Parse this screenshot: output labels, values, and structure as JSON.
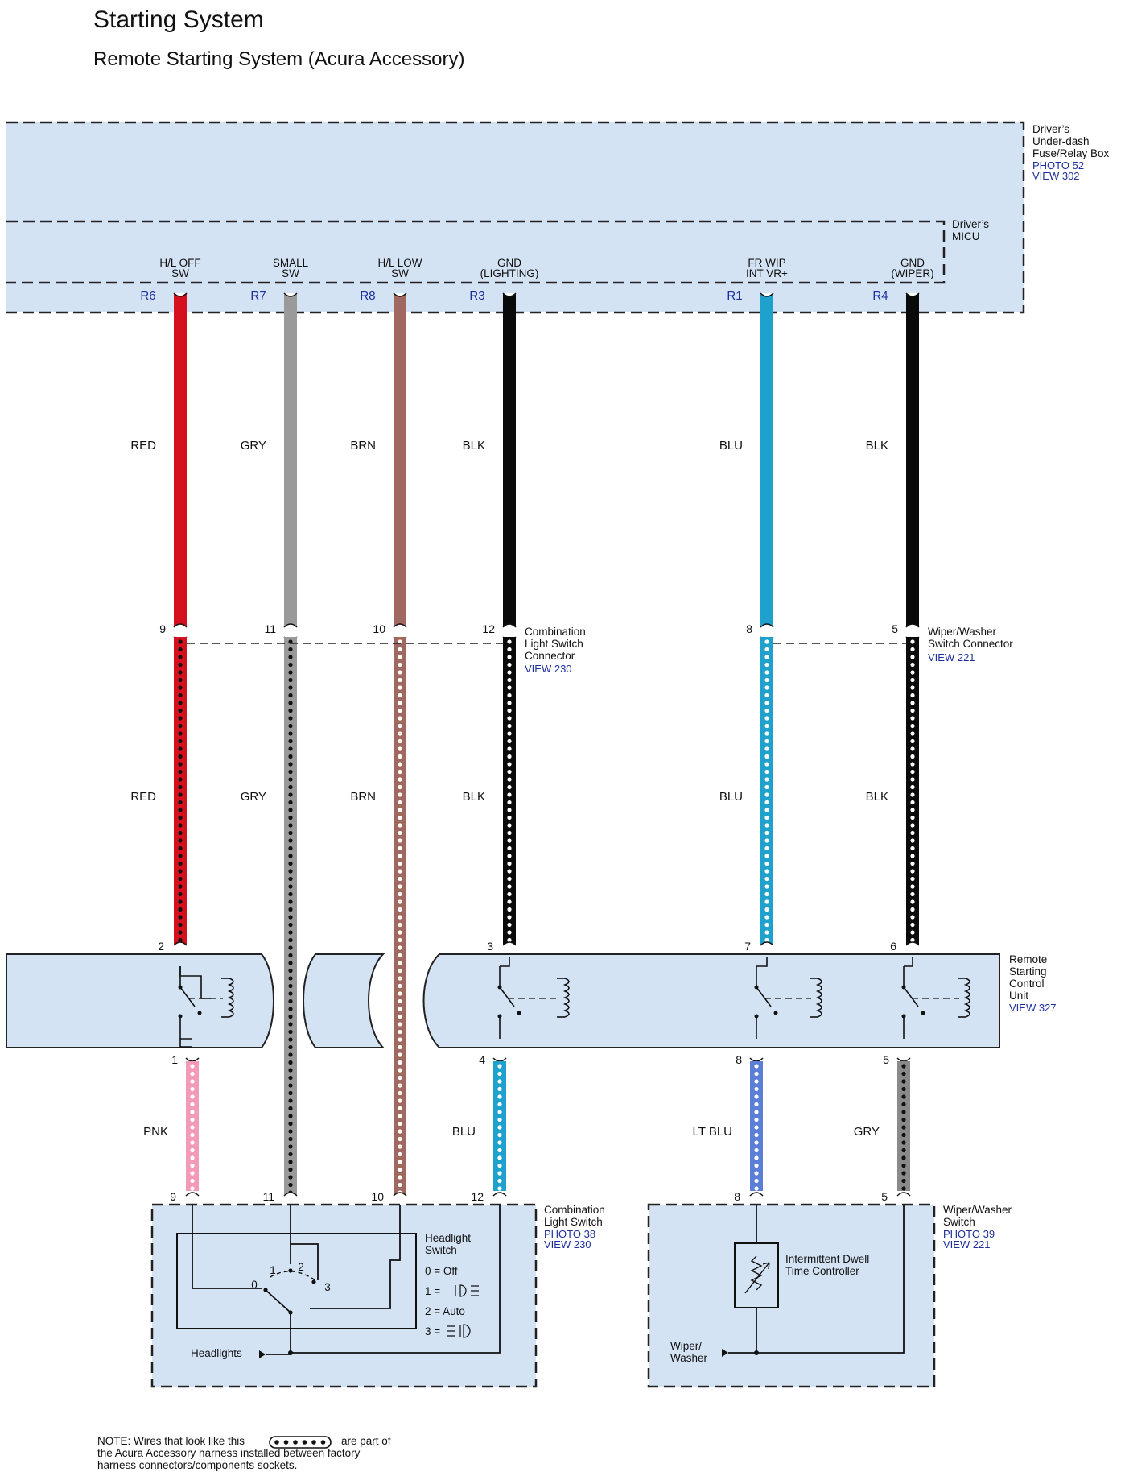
{
  "header": {
    "title": "Starting System",
    "subtitle": "Remote Starting System (Acura Accessory)"
  },
  "components": {
    "fuse_box": {
      "name_lines": [
        "Driver’s",
        "Under-dash",
        "Fuse/Relay Box"
      ],
      "refs": [
        "PHOTO 52",
        "VIEW 302"
      ]
    },
    "micu": {
      "name_lines": [
        "Driver’s",
        "MICU"
      ]
    },
    "combo_connector": {
      "name_lines": [
        "Combination",
        "Light Switch",
        "Connector"
      ],
      "refs": [
        "VIEW 230"
      ]
    },
    "wiper_connector": {
      "name_lines": [
        "Wiper/Washer",
        "Switch Connector"
      ],
      "refs": [
        "VIEW 221"
      ]
    },
    "remote_unit": {
      "name_lines": [
        "Remote",
        "Starting",
        "Control",
        "Unit"
      ],
      "refs": [
        "VIEW 327"
      ]
    },
    "combo_switch": {
      "name_lines": [
        "Combination",
        "Light Switch"
      ],
      "refs": [
        "PHOTO 38",
        "VIEW 230"
      ]
    },
    "wiper_switch": {
      "name_lines": [
        "Wiper/Washer",
        "Switch"
      ],
      "refs": [
        "PHOTO 39",
        "VIEW 221"
      ]
    }
  },
  "micu_terminals": [
    {
      "label_lines": [
        "H/L OFF",
        "SW"
      ],
      "pin": "R6"
    },
    {
      "label_lines": [
        "SMALL",
        "SW"
      ],
      "pin": "R7"
    },
    {
      "label_lines": [
        "H/L LOW",
        "SW"
      ],
      "pin": "R8"
    },
    {
      "label_lines": [
        "GND",
        "(LIGHTING)"
      ],
      "pin": "R3"
    },
    {
      "label_lines": [
        "FR WIP",
        "INT VR+"
      ],
      "pin": "R1"
    },
    {
      "label_lines": [
        "GND",
        "(WIPER)"
      ],
      "pin": "R4"
    }
  ],
  "wires": [
    {
      "upper_color": "RED",
      "mid_color": "RED",
      "connector_pin": "9",
      "unit_in_pin": "2",
      "unit_out_pin": "1",
      "lower_color": "PNK",
      "switch_pin": "9",
      "hex": "#d4111c",
      "lower_hex": "#f29ab8"
    },
    {
      "upper_color": "GRY",
      "mid_color": "GRY",
      "connector_pin": "11",
      "switch_pin": "11",
      "hex": "#9a9a9a"
    },
    {
      "upper_color": "BRN",
      "mid_color": "BRN",
      "connector_pin": "10",
      "switch_pin": "10",
      "hex": "#a06860"
    },
    {
      "upper_color": "BLK",
      "mid_color": "BLK",
      "connector_pin": "12",
      "unit_in_pin": "3",
      "unit_out_pin": "4",
      "lower_color": "BLU",
      "switch_pin": "12",
      "hex": "#0a0a0a",
      "lower_hex": "#1ea2cd"
    },
    {
      "upper_color": "BLU",
      "mid_color": "BLU",
      "connector_pin": "8",
      "unit_in_pin": "7",
      "unit_out_pin": "8",
      "lower_color": "LT BLU",
      "switch_pin": "8",
      "hex": "#1ea2cd",
      "lower_hex": "#5b7fd6"
    },
    {
      "upper_color": "BLK",
      "mid_color": "BLK",
      "connector_pin": "5",
      "unit_in_pin": "6",
      "unit_out_pin": "5",
      "lower_color": "GRY",
      "switch_pin": "5",
      "hex": "#0a0a0a",
      "lower_hex": "#8a8a8a"
    }
  ],
  "headlight_switch": {
    "title_lines": [
      "Headlight",
      "Switch"
    ],
    "legend": [
      "0 = Off",
      "1 =",
      "2 = Auto",
      "3 ="
    ],
    "positions": [
      "0",
      "1",
      "2",
      "3"
    ],
    "output_label": "Headlights"
  },
  "wiper_switch_inner": {
    "controller_lines": [
      "Intermittent Dwell",
      "Time Controller"
    ],
    "output_lines": [
      "Wiper/",
      "Washer"
    ]
  },
  "note": {
    "lines": [
      [
        "NOTE: Wires that look like this",
        "are part of"
      ],
      [
        "the Acura Accessory harness installed between factory"
      ],
      [
        "harness connectors/components sockets."
      ]
    ]
  },
  "colors": {
    "box_fill": "#d4e3f4",
    "ref_blue": "#1d2f9c",
    "red": "#d4111c",
    "gray": "#9a9a9a",
    "brown": "#a06860",
    "black": "#0a0a0a",
    "blue": "#1ea2cd",
    "pink": "#f29ab8",
    "lt_blue": "#5b7fd6"
  }
}
